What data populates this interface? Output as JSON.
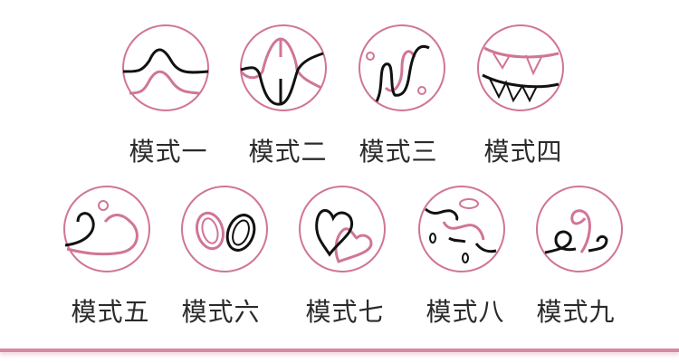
{
  "colors": {
    "accent": "#d07597",
    "stroke": "#111111",
    "text": "#2a2a2a",
    "bar": "#d58aa0"
  },
  "modes": [
    {
      "label": "模式一",
      "icon": "double-wave-icon"
    },
    {
      "label": "模式二",
      "icon": "deep-wave-icon"
    },
    {
      "label": "模式三",
      "icon": "s-curve-icon"
    },
    {
      "label": "模式四",
      "icon": "zigzag-teeth-icon"
    },
    {
      "label": "模式五",
      "icon": "swirl-icon"
    },
    {
      "label": "模式六",
      "icon": "double-ring-icon"
    },
    {
      "label": "模式七",
      "icon": "hearts-icon"
    },
    {
      "label": "模式八",
      "icon": "scattered-lines-icon"
    },
    {
      "label": "模式九",
      "icon": "loops-icon"
    }
  ]
}
